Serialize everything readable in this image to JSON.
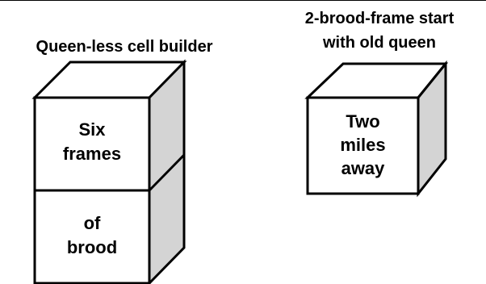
{
  "left_stack": {
    "title": "Queen-less cell builder",
    "upper_box": {
      "line1": "Six",
      "line2": "frames"
    },
    "lower_box": {
      "line1": "of",
      "line2": "brood"
    }
  },
  "right_box": {
    "title_line1": "2-brood-frame start",
    "title_line2": "with old queen",
    "line1": "Two",
    "line2": "miles",
    "line3": "away"
  },
  "colors": {
    "outline": "#000000",
    "side_face": "#d4d4d4",
    "faces": "#ffffff"
  }
}
